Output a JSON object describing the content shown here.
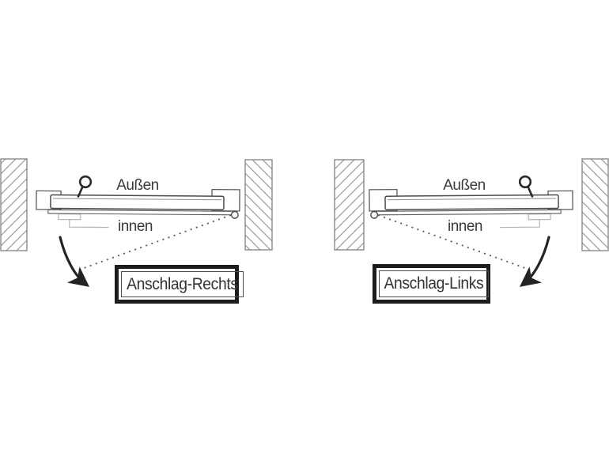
{
  "figure": {
    "description_labels": {
      "outside": "Außen",
      "inside": "innen"
    },
    "left_diagram": {
      "outside_label": "Außen",
      "inside_label": "innen",
      "hinge_label": "Anschlag-Rechts"
    },
    "right_diagram": {
      "outside_label": "Außen",
      "inside_label": "innen",
      "hinge_label": "Anschlag-Links"
    },
    "colors": {
      "background": "#ffffff",
      "line": "#4a4a4a",
      "wall_outline": "#8a8a8a",
      "hatch": "#9a9a9a",
      "arrow": "#232323",
      "box_border": "#1d1d1d",
      "text": "#3a3a3a",
      "hardware_light": "#b3b3b3",
      "dotted_line": "#5a5a5a"
    }
  }
}
